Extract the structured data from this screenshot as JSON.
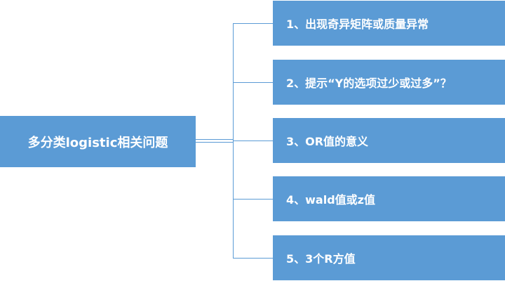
{
  "root": {
    "label": "多分类logistic相关问题"
  },
  "items": [
    {
      "label": "1、出现奇异矩阵或质量异常"
    },
    {
      "label": "2、提示“Y的选项过少或过多”？"
    },
    {
      "label": "3、OR值的意义"
    },
    {
      "label": "4、wald值或z值"
    },
    {
      "label": "5、3个R方值"
    }
  ],
  "colors": {
    "box_fill": "#5b9bd5",
    "text": "#ffffff",
    "connector": "#5b9bd5"
  }
}
